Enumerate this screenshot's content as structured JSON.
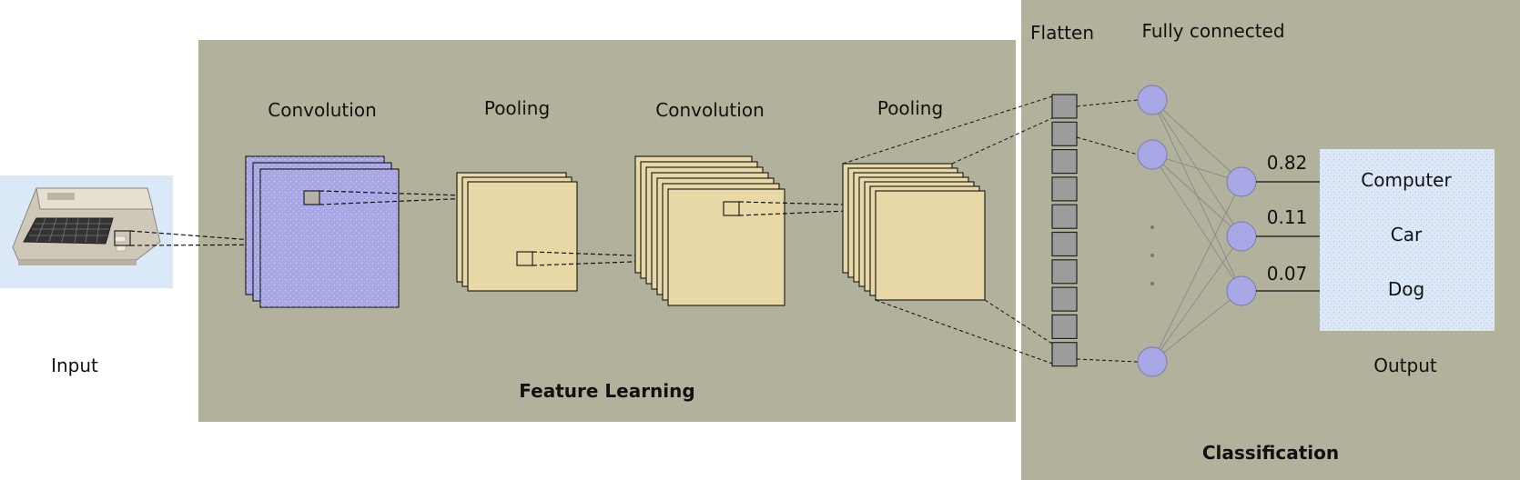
{
  "labels": {
    "input": "Input",
    "feature_learning": "Feature Learning",
    "classification": "Classification",
    "conv1": "Convolution",
    "pool1": "Pooling",
    "conv2": "Convolution",
    "pool2": "Pooling",
    "flatten": "Flatten",
    "fully_connected": "Fully connected",
    "output": "Output"
  },
  "outputs": [
    {
      "label": "Computer",
      "score": "0.82"
    },
    {
      "label": "Car",
      "score": "0.11"
    },
    {
      "label": "Dog",
      "score": "0.07"
    }
  ],
  "ellipsis": "· · ·",
  "colors": {
    "feature_bg": "#b2b29c",
    "input_bg": "#dbe8f8",
    "conv1_fill": "#a7a7e6",
    "pool_fill": "#e8d8a6",
    "neuron_fill": "#a8a8e6",
    "flatten_cell": "#9c9c9c",
    "output_bg": "#dce8f6"
  }
}
